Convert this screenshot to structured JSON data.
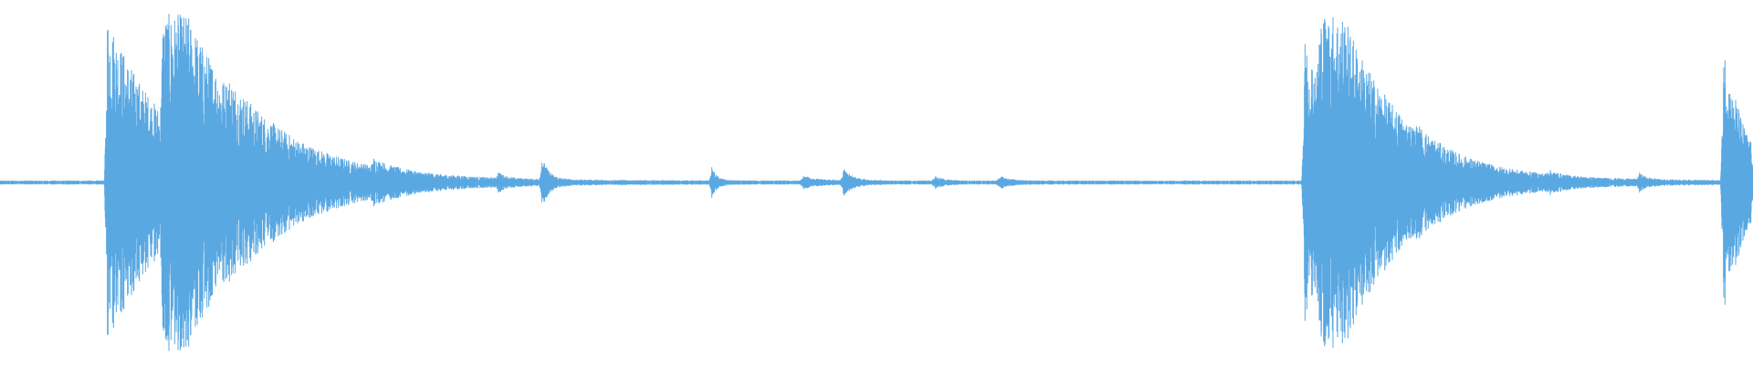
{
  "waveform": {
    "color": "#5aa8e2",
    "background": "#ffffff",
    "noise_floor": 0.012,
    "events": [
      {
        "t": 0.061,
        "amp": 1.0,
        "decay": 0.035
      },
      {
        "t": 0.093,
        "amp": 0.98,
        "decay": 0.045
      },
      {
        "t": 0.13,
        "amp": 0.06,
        "decay": 0.04
      },
      {
        "t": 0.213,
        "amp": 0.05,
        "decay": 0.012
      },
      {
        "t": 0.284,
        "amp": 0.04,
        "decay": 0.004
      },
      {
        "t": 0.309,
        "amp": 0.14,
        "decay": 0.004
      },
      {
        "t": 0.406,
        "amp": 0.08,
        "decay": 0.003
      },
      {
        "t": 0.458,
        "amp": 0.03,
        "decay": 0.008
      },
      {
        "t": 0.481,
        "amp": 0.07,
        "decay": 0.006
      },
      {
        "t": 0.533,
        "amp": 0.03,
        "decay": 0.005
      },
      {
        "t": 0.57,
        "amp": 0.03,
        "decay": 0.006
      },
      {
        "t": 0.744,
        "amp": 0.85,
        "decay": 0.03
      },
      {
        "t": 0.753,
        "amp": 0.82,
        "decay": 0.04
      },
      {
        "t": 0.808,
        "amp": 0.04,
        "decay": 0.01
      },
      {
        "t": 0.883,
        "amp": 0.03,
        "decay": 0.006
      },
      {
        "t": 0.935,
        "amp": 0.04,
        "decay": 0.004
      },
      {
        "t": 0.983,
        "amp": 0.85,
        "decay": 0.01
      },
      {
        "t": 0.99,
        "amp": 0.08,
        "decay": 0.02
      }
    ]
  }
}
